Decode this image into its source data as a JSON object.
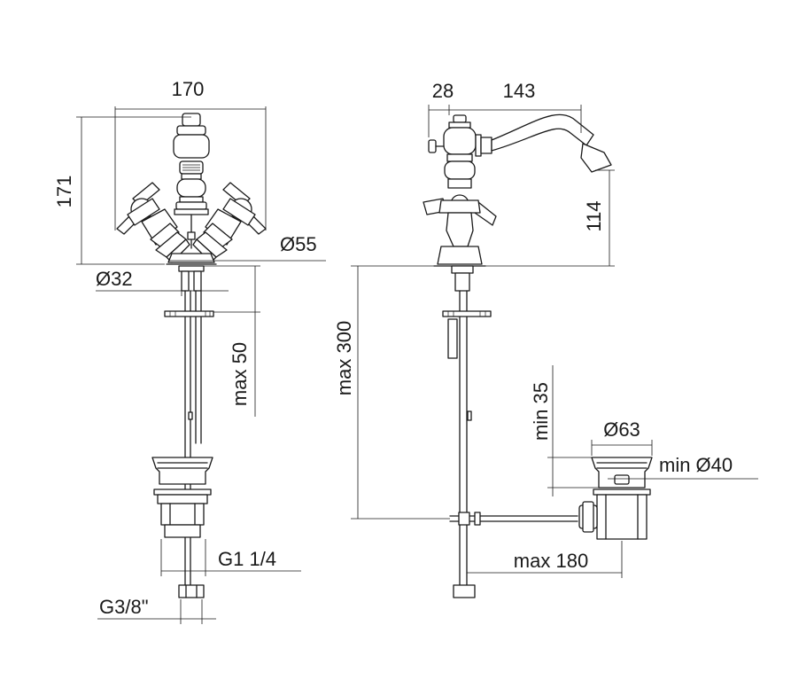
{
  "colors": {
    "line": "#1a1a1a",
    "background": "#ffffff"
  },
  "front_view": {
    "width_170": "170",
    "height_171": "171",
    "base_dia_55": "Ø55",
    "inlet_dia_32": "Ø32",
    "max_50": "max 50",
    "thread_g1_1_4": "G1 1/4",
    "thread_g3_8": "G3/8\""
  },
  "side_view": {
    "depth_28": "28",
    "reach_143": "143",
    "spout_height_114": "114",
    "max_300": "max 300",
    "min_35": "min 35",
    "waste_dia_63": "Ø63",
    "hole_min_40": "min Ø40",
    "max_180": "max 180"
  }
}
